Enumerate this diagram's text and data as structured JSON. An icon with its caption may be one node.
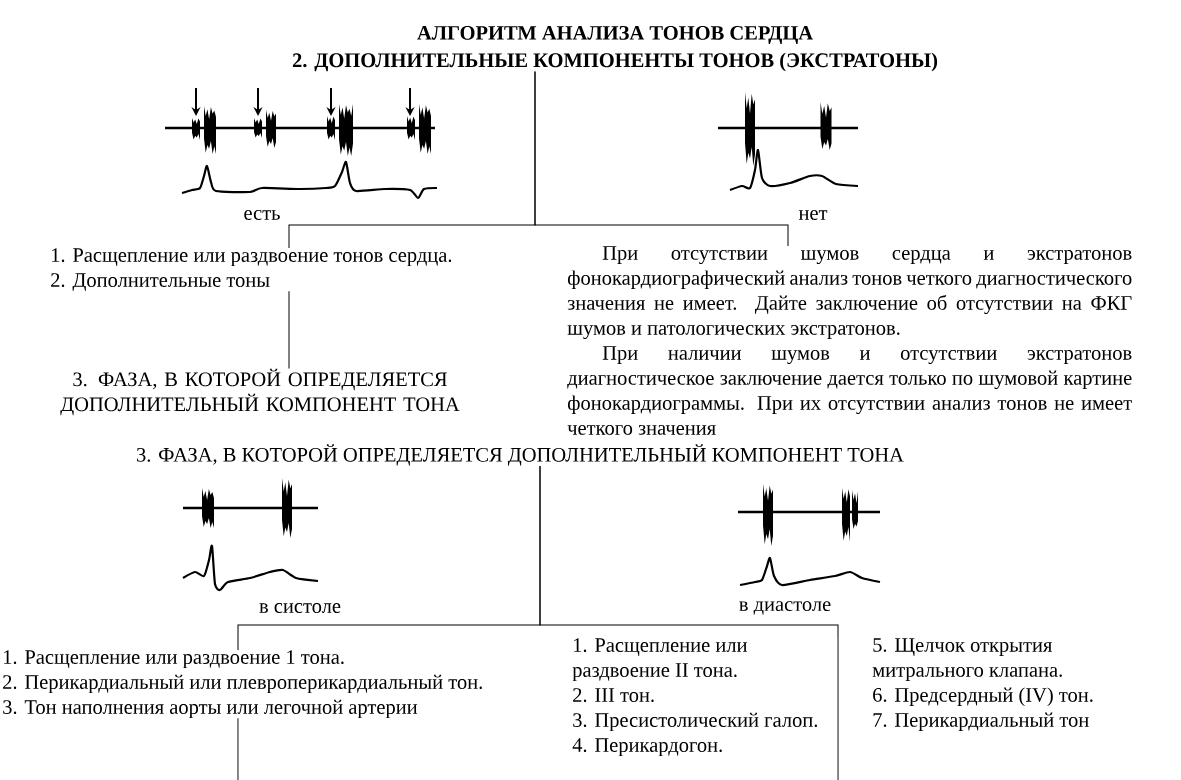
{
  "diagram": {
    "title": "АЛГОРИТМ АНАЛИЗА ТОНОВ СЕРДЦА",
    "nodes": [
      {
        "text": [
          "2. ДОПОЛНИТЕЛЬНЫЕ КОМПОНЕНТЫ ТОНОВ (ЭКСТРАТОНЫ)"
        ]
      },
      {
        "text": [
          "1. Расщепление или раздвоение тонов сердца.",
          "2. Дополнительные тоны"
        ],
        "beside": [
          "есть"
        ]
      },
      {
        "text": [
          "При отсутствии шумов сердца и экстратонов фонокардиографический анализ тонов четкого диагностического значения не имеет. Дайте заключение об отсутствии на ФКГ шумов и патологических экстратонов.",
          "При наличии шумов и отсутствии экстратонов диагностическое заключение дается только по шумовой картине фонокардиограммы. При их отсутствии анализ тонов не имеет четкого значения"
        ],
        "beside": [
          "нет"
        ]
      },
      {
        "text": [
          "3. ФАЗА, В КОТОРОЙ ОПРЕДЕЛЯЕТСЯ ДОПОЛНИТЕЛЬНЫЙ КОМПОНЕНТ ТОНА"
        ]
      },
      {
        "text": [
          "3. ФАЗА, В КОТОРОЙ ОПРЕДЕЛЯЕТСЯ ДОПОЛНИТЕЛЬНЫЙ КОМПОНЕНТ ТОНА"
        ]
      },
      {
        "text": [
          "1. Расщепление или раздвоение 1 тона.",
          "2. Перикардиальный или плевроперикардиальный тон.",
          "3. Тон наполнения аорты или легочной артерии"
        ],
        "beside": [
          "в систоле"
        ]
      },
      {
        "text": [
          "1. Расщепление или раздвоение II тона.",
          "2. III тон.",
          "3. Пресистолический галоп.",
          "4. Перикардогон.",
          "5. Щелчок открытия митрального клапана.",
          "6. Предсердный (IV) тон.",
          "7. Перикардиальный тон"
        ],
        "beside": [
          "в диастоле"
        ]
      }
    ],
    "edges": [
      {
        "from": 0,
        "to": 1,
        "arrow": "none"
      },
      {
        "from": 0,
        "to": 2,
        "arrow": "none"
      },
      {
        "from": 1,
        "to": 3,
        "arrow": "none"
      },
      {
        "from": 4,
        "to": 5,
        "arrow": "none"
      },
      {
        "from": 4,
        "to": 6,
        "arrow": "none"
      },
      {
        "from": 5,
        "to": null,
        "arrow": "none"
      }
    ]
  }
}
